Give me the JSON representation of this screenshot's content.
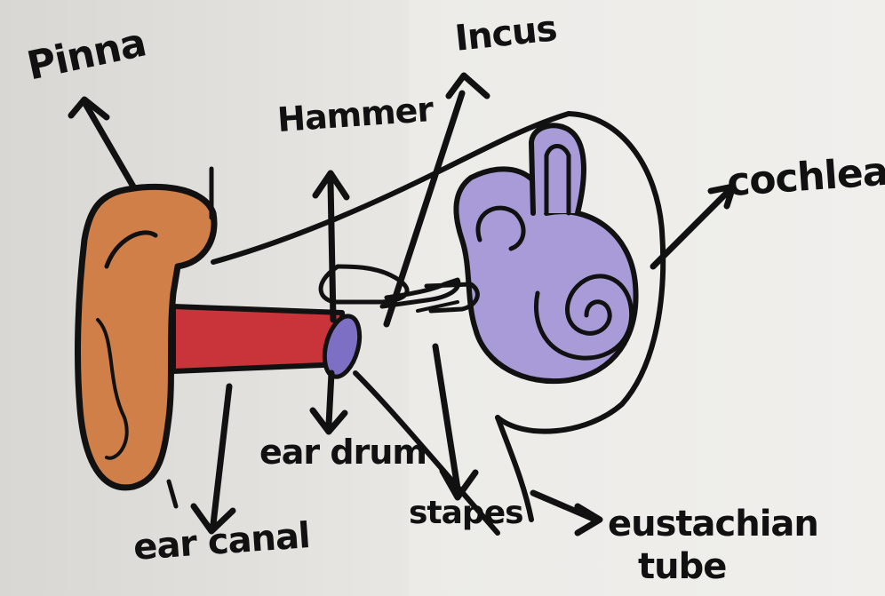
{
  "labels": {
    "pinna": "Pinna",
    "hammer": "Hammer",
    "incus": "Incus",
    "cochlea": "cochlea",
    "ear_drum": "ear drum",
    "ear_canal": "ear canal",
    "stapes": "stapes",
    "eustachian_tube_line1": "eustachian",
    "eustachian_tube_line2": "tube"
  },
  "colors": {
    "pinna_fill": "#cf7f47",
    "canal_fill": "#c8343a",
    "inner_ear_fill": "#a99ad8",
    "eardrum_fill": "#7d6fc4",
    "ink": "#111111"
  }
}
